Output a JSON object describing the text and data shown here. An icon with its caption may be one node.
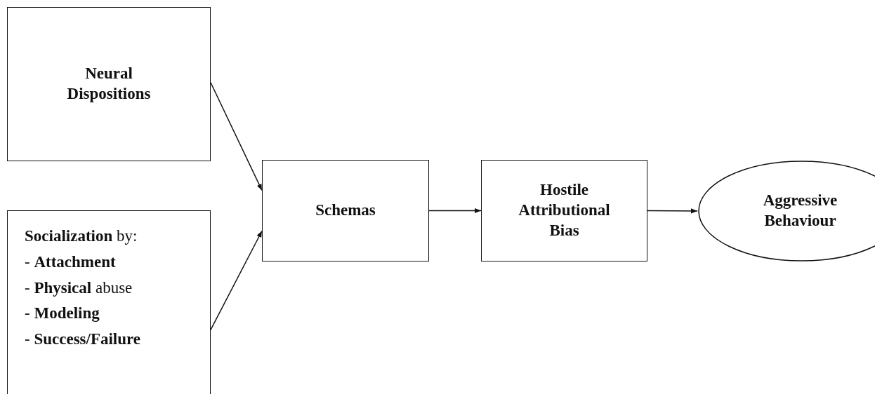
{
  "diagram": {
    "nodes": [
      {
        "text": [
          "Neural Dispositions"
        ]
      },
      {
        "text": [
          "**Socialization** by:",
          "- **Attachment**",
          "- **Physical** abuse",
          "- **Modeling**",
          "- **Success/Failure**"
        ]
      },
      {
        "text": [
          "Schemas"
        ]
      },
      {
        "text": [
          "Hostile Attributional Bias"
        ]
      },
      {
        "text": [
          "Aggressive Behaviour"
        ]
      }
    ],
    "edges": [
      {
        "from": 0,
        "to": 2,
        "arrow": "to"
      },
      {
        "from": 1,
        "to": 2,
        "arrow": "to"
      },
      {
        "from": 2,
        "to": 3,
        "arrow": "to"
      },
      {
        "from": 3,
        "to": 4,
        "arrow": "to"
      }
    ]
  }
}
